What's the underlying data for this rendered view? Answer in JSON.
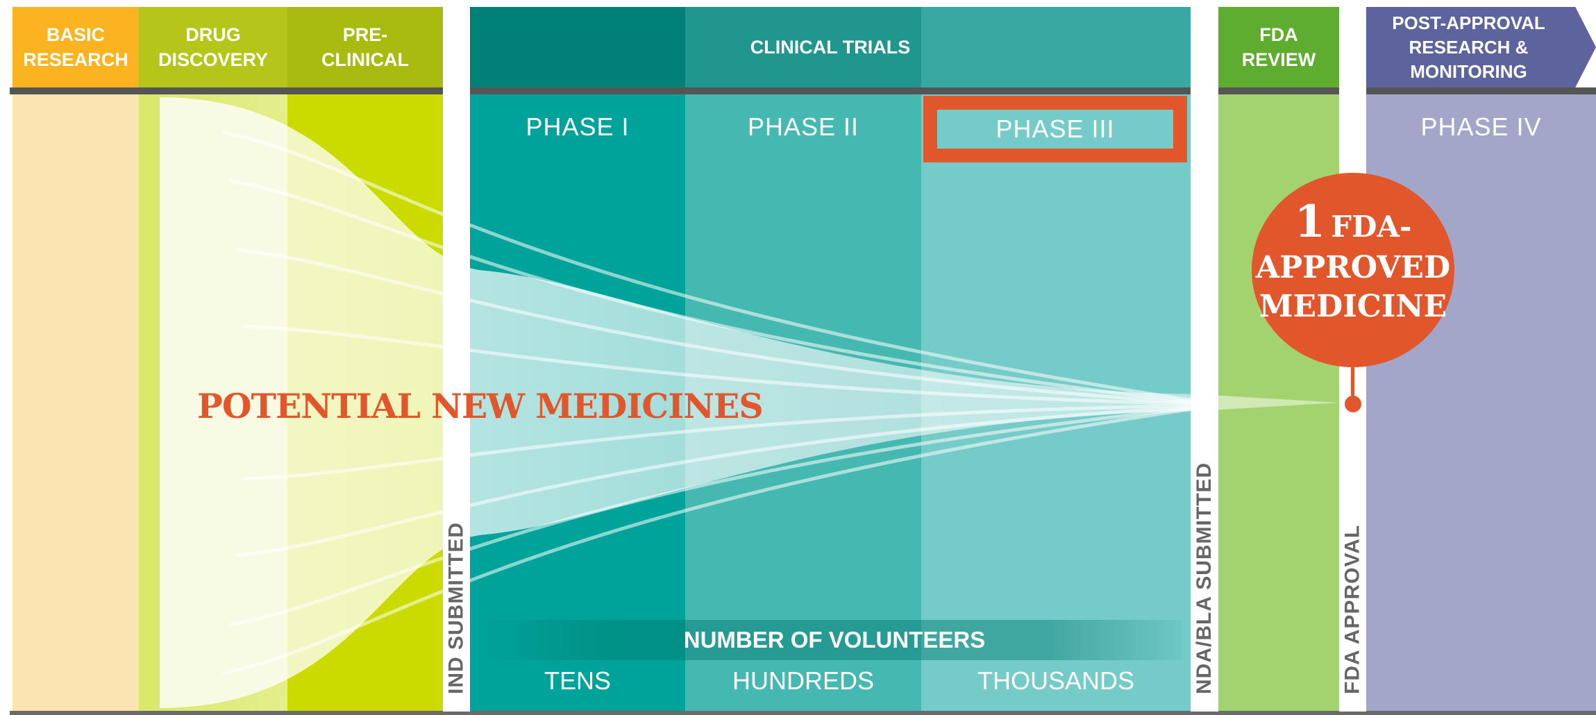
{
  "stages": {
    "basic_research": "BASIC\nRESEARCH",
    "drug_discovery": "DRUG\nDISCOVERY",
    "pre_clinical": "PRE-\nCLINICAL",
    "clinical_trials": "CLINICAL TRIALS",
    "fda_review": "FDA\nREVIEW",
    "post_approval": "POST-APPROVAL\nRESEARCH &\nMONITORING"
  },
  "phases": {
    "phase1": "PHASE I",
    "phase2": "PHASE II",
    "phase3": "PHASE III",
    "phase4": "PHASE IV"
  },
  "milestones": {
    "ind": "IND SUBMITTED",
    "nda": "NDA/BLA SUBMITTED",
    "fda_approval": "FDA APPROVAL"
  },
  "funnel_label": "POTENTIAL NEW MEDICINES",
  "approved": {
    "number": "1",
    "line1": "FDA-",
    "line2": "APPROVED",
    "line3": "MEDICINE"
  },
  "volunteers": {
    "title": "NUMBER OF VOLUNTEERS",
    "tens": "TENS",
    "hundreds": "HUNDREDS",
    "thousands": "THOUSANDS"
  },
  "colors": {
    "basic_research": "#fbb31f",
    "drug_discovery": "#b6c51a",
    "pre_clinical": "#a9bb11",
    "clinical_header": "#008077",
    "fda_review": "#5fad2e",
    "post_approval": "#5d639c",
    "accent": "#e2562c"
  }
}
